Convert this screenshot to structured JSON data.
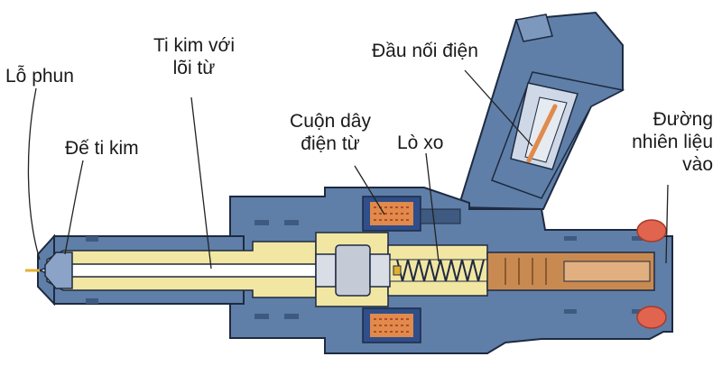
{
  "labels": {
    "lo_phun": "Lỗ phun",
    "ti_kim_line1": "Ti kim với",
    "ti_kim_line2": "lõi từ",
    "de_ti_kim": "Đế ti kim",
    "dau_noi_dien": "Đầu nối điện",
    "cuon_day_line1": "Cuộn dây",
    "cuon_day_line2": "điện từ",
    "lo_xo": "Lò xo",
    "duong_line1": "Đường",
    "duong_line2": "nhiên liệu",
    "duong_line3": "vào"
  },
  "colors": {
    "body": "#5f7fa8",
    "body_dark": "#3e5a80",
    "needle": "#f2e6a3",
    "outline": "#1e2a40",
    "coil": "#e08a4c",
    "coil_frame": "#2f4e8a",
    "filter": "#c98a52",
    "o_ring": "#e0644e",
    "leader": "#222222"
  }
}
